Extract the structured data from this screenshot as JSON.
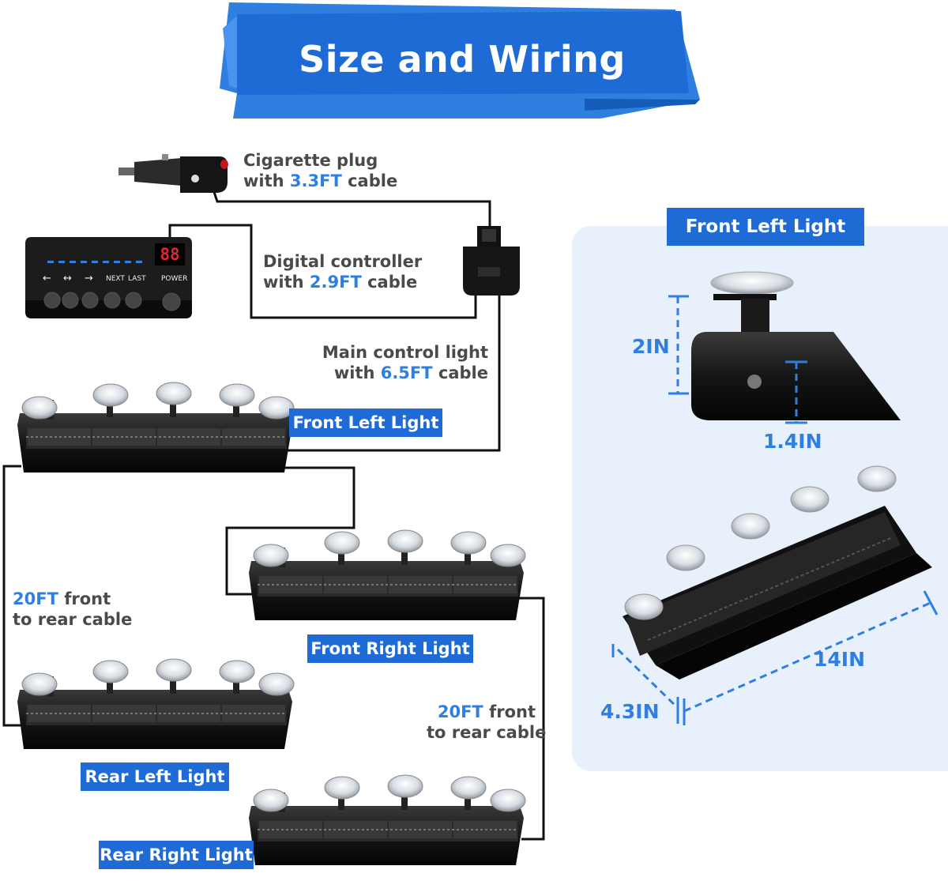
{
  "title": "Size and Wiring",
  "colors": {
    "banner_blue": "#1f6bd6",
    "accent_blue": "#2f7fe0",
    "text_gray": "#4a4a4a",
    "panel_bg": "#e8f0fb"
  },
  "wiring": {
    "cigarette": {
      "line1": "Cigarette plug",
      "pre": "with ",
      "value": "3.3FT",
      "post": " cable"
    },
    "controller": {
      "line1": "Digital controller",
      "pre": "with ",
      "value": "2.9FT",
      "post": " cable"
    },
    "main": {
      "line1": "Main control light",
      "pre": "with ",
      "value": "6.5FT",
      "post": " cable"
    },
    "left_cable": {
      "value": "20FT",
      "post": " front",
      "line2": "to rear cable"
    },
    "right_cable": {
      "value": "20FT",
      "post": " front",
      "line2": "to rear cable"
    }
  },
  "controller_device": {
    "display": "88",
    "button_labels": [
      "←",
      "↔",
      "→",
      "NEXT",
      "LAST"
    ],
    "power_label": "POWER"
  },
  "lights": {
    "front_left": "Front Left Light",
    "front_right": "Front Right Light",
    "rear_left": "Rear Left Light",
    "rear_right": "Rear Right Light"
  },
  "dimensions_panel": {
    "label": "Front Left Light",
    "height": "2IN",
    "depth": "1.4IN",
    "length": "14IN",
    "width": "4.3IN"
  }
}
